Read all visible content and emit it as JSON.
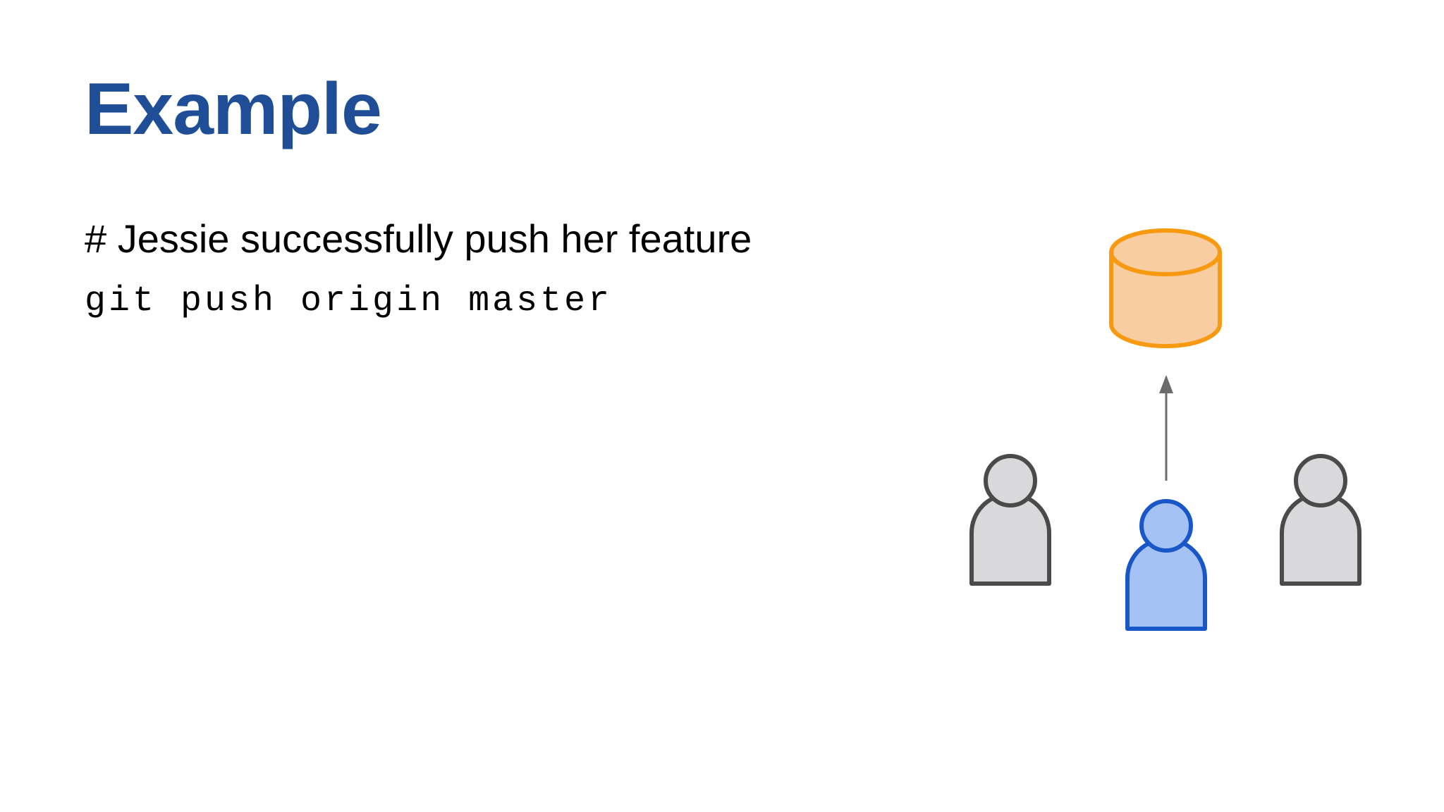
{
  "slide": {
    "title": "Example",
    "comment": "# Jessie successfully push her feature",
    "command": "git push origin master"
  },
  "diagram": {
    "repository_icon": "cylinder-icon",
    "arrow_icon": "arrow-up-icon",
    "people_icons": [
      "person-icon",
      "person-icon",
      "person-icon"
    ],
    "colors": {
      "title": "#1f4e96",
      "text": "#000000",
      "repo_fill": "#f8cda1",
      "repo_stroke": "#f79a12",
      "arrow": "#6b6b6b",
      "person_fill": "#d9d9dc",
      "person_stroke": "#4a4a4a",
      "active_fill": "#a4c2f4",
      "active_stroke": "#1957c9"
    }
  }
}
